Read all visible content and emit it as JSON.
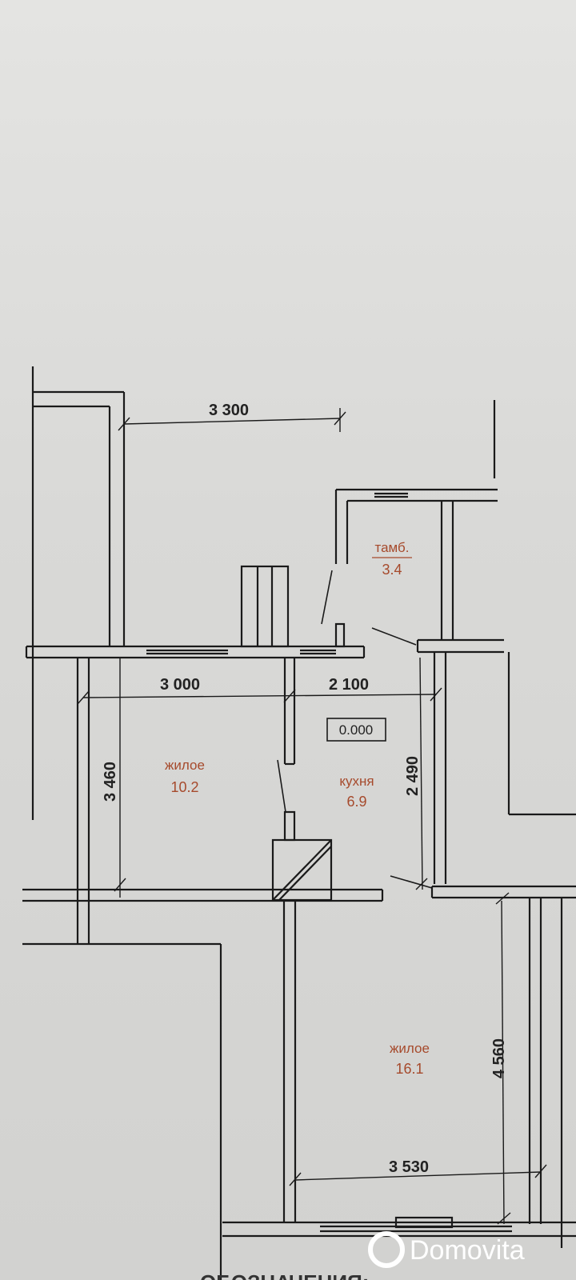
{
  "dimensions": {
    "top_width": "3 300",
    "living1_width": "3 000",
    "kitchen_width": "2 100",
    "living1_height": "3 460",
    "kitchen_height": "2 490",
    "living2_height": "4 560",
    "living2_width": "3 530"
  },
  "level_mark": "0.000",
  "rooms": [
    {
      "name": "тамб.",
      "area": "3.4"
    },
    {
      "name": "жилое",
      "area": "10.2"
    },
    {
      "name": "кухня",
      "area": "6.9"
    },
    {
      "name": "жилое",
      "area": "16.1"
    }
  ],
  "bottom_caption": "ОБОЗНАЧЕНИЯ:",
  "watermark": {
    "brand": "Domovita",
    "icon": "domovita-logo-icon"
  },
  "colors": {
    "paper": "#dcdcda",
    "ink": "#1a1a1a",
    "room_label": "#a64a2c"
  }
}
